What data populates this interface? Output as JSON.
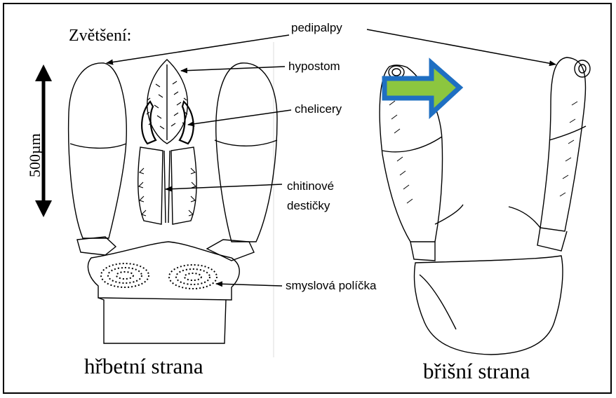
{
  "magnification_label": "Zvětšení:",
  "scale_bar": {
    "label": "500µm"
  },
  "labels": {
    "pedipalpy": "pedipalpy",
    "hypostom": "hypostom",
    "chelicery": "chelicery",
    "chitinove_line1": "chitinové",
    "chitinove_line2": "destičky",
    "smyslova": "smyslová políčka"
  },
  "captions": {
    "dorsal": "hřbetní strana",
    "ventral": "břišní strana"
  },
  "colors": {
    "arrow_fill": "#8cc63f",
    "arrow_stroke": "#1f6fc2"
  }
}
